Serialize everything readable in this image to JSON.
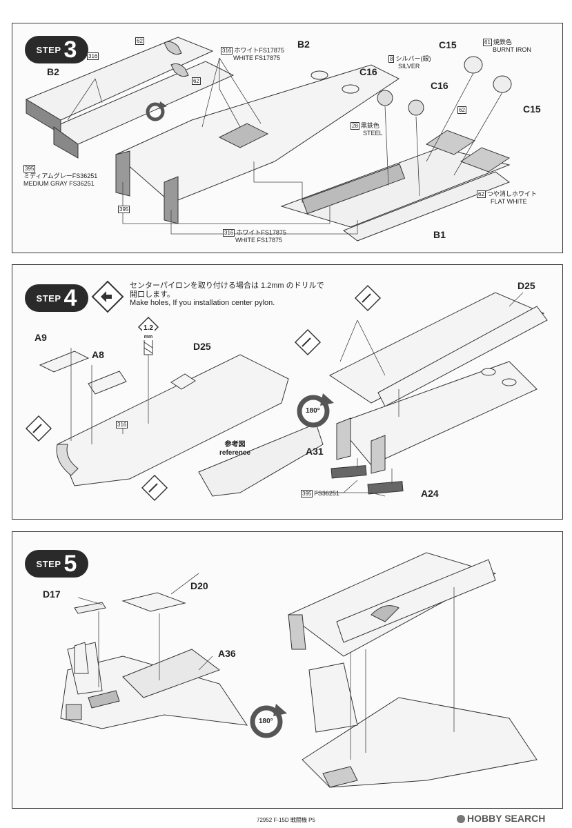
{
  "steps": {
    "s3": {
      "label": "STEP",
      "number": "3"
    },
    "s4": {
      "label": "STEP",
      "number": "4"
    },
    "s5": {
      "label": "STEP",
      "number": "5"
    }
  },
  "step3": {
    "parts": {
      "b2_left": "B2",
      "b2_top": "B2",
      "b1": "B1",
      "c15_top": "C15",
      "c15_right": "C15",
      "c16_left": "C16",
      "c16_right": "C16"
    },
    "colors": {
      "c316": "316",
      "white_jp": "ホワイトFS17875",
      "white_en": "WHITE FS17875",
      "c62": "62",
      "c61": "61",
      "burnt_jp": "焼鉄色",
      "burnt_en": "BURNT IRON",
      "c8": "8",
      "silver_jp": "シルバー(銀)",
      "silver_en": "SILVER",
      "c28": "28",
      "steel_jp": "黒鉄色",
      "steel_en": "STEEL",
      "c395": "395",
      "gray_jp": "ミディアムグレーFS36251",
      "gray_en": "MEDIUM GRAY FS36251",
      "flat_jp": "つや消しホワイト",
      "flat_en": "FLAT WHITE"
    }
  },
  "step4": {
    "note_jp": "センターパイロンを取り付ける場合は 1.2mm のドリルで",
    "note_jp2": "開口します。",
    "note_en": "Make holes, If you installation center pylon.",
    "drill_val": "1.2",
    "drill_unit": "mm",
    "parts": {
      "a9": "A9",
      "a8": "A8",
      "d25_left": "D25",
      "d25_right": "D25",
      "a31": "A31",
      "a24": "A24"
    },
    "c316": "316",
    "c395": "395",
    "fs": "FS36251",
    "ref_jp": "参考図",
    "ref_en": "reference",
    "rotate": "180°"
  },
  "step5": {
    "parts": {
      "d17": "D17",
      "d20": "D20",
      "a36": "A36"
    },
    "rotate": "180°"
  },
  "footer": {
    "text": "72952 F-15D 戦闘機 P5",
    "brand": "HOBBY SEARCH"
  }
}
